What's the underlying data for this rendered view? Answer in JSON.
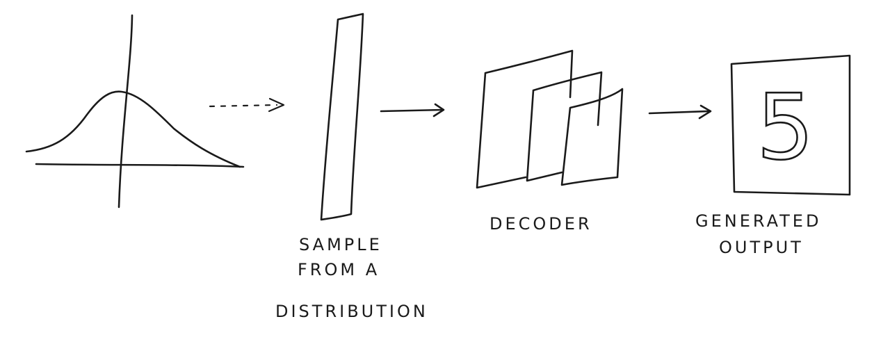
{
  "labels": {
    "sample": [
      "SAMPLE",
      "FROM A",
      "DISTRIBUTION"
    ],
    "decoder": "DECODER",
    "output": [
      "GENERATED",
      "OUTPUT"
    ]
  },
  "output_digit": "5"
}
